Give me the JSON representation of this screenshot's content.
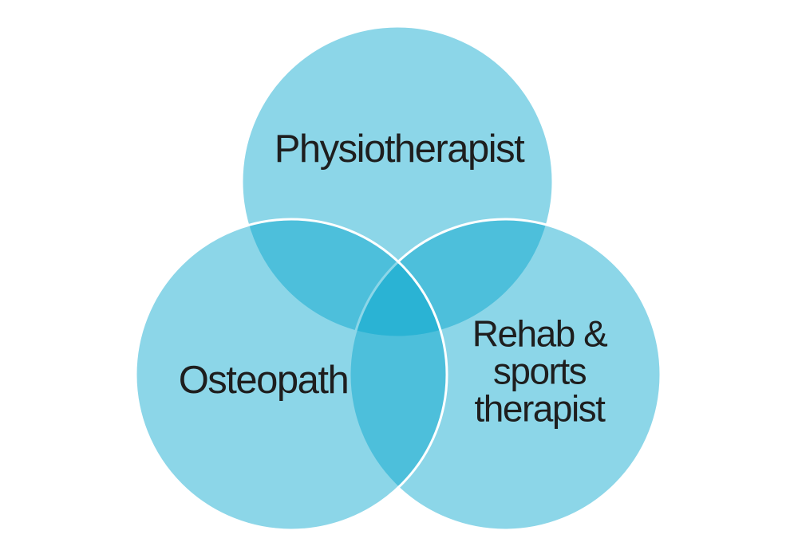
{
  "venn": {
    "type": "venn-diagram",
    "description": "Three overlapping circles of equal size; overlapping regions appear darker blue",
    "sets": [
      {
        "position": "top",
        "label": "Physiotherapist"
      },
      {
        "position": "bottom-left",
        "label": "Osteopath"
      },
      {
        "position": "bottom-right",
        "label": "Rehab & sports therapist",
        "label_lines": [
          "Rehab &",
          "sports",
          "therapist"
        ]
      }
    ]
  },
  "colors": {
    "circle_fill": "#00A4CC",
    "circle_fill_opacity": "0.45",
    "circle_stroke": "#FFFFFF",
    "single_region_rendered": "#8CD4E6",
    "pair_region_rendered": "#55C0DB",
    "triple_region_rendered": "#2BB2D3",
    "label_text": "#1E1E1E",
    "background": "#FFFFFF"
  }
}
